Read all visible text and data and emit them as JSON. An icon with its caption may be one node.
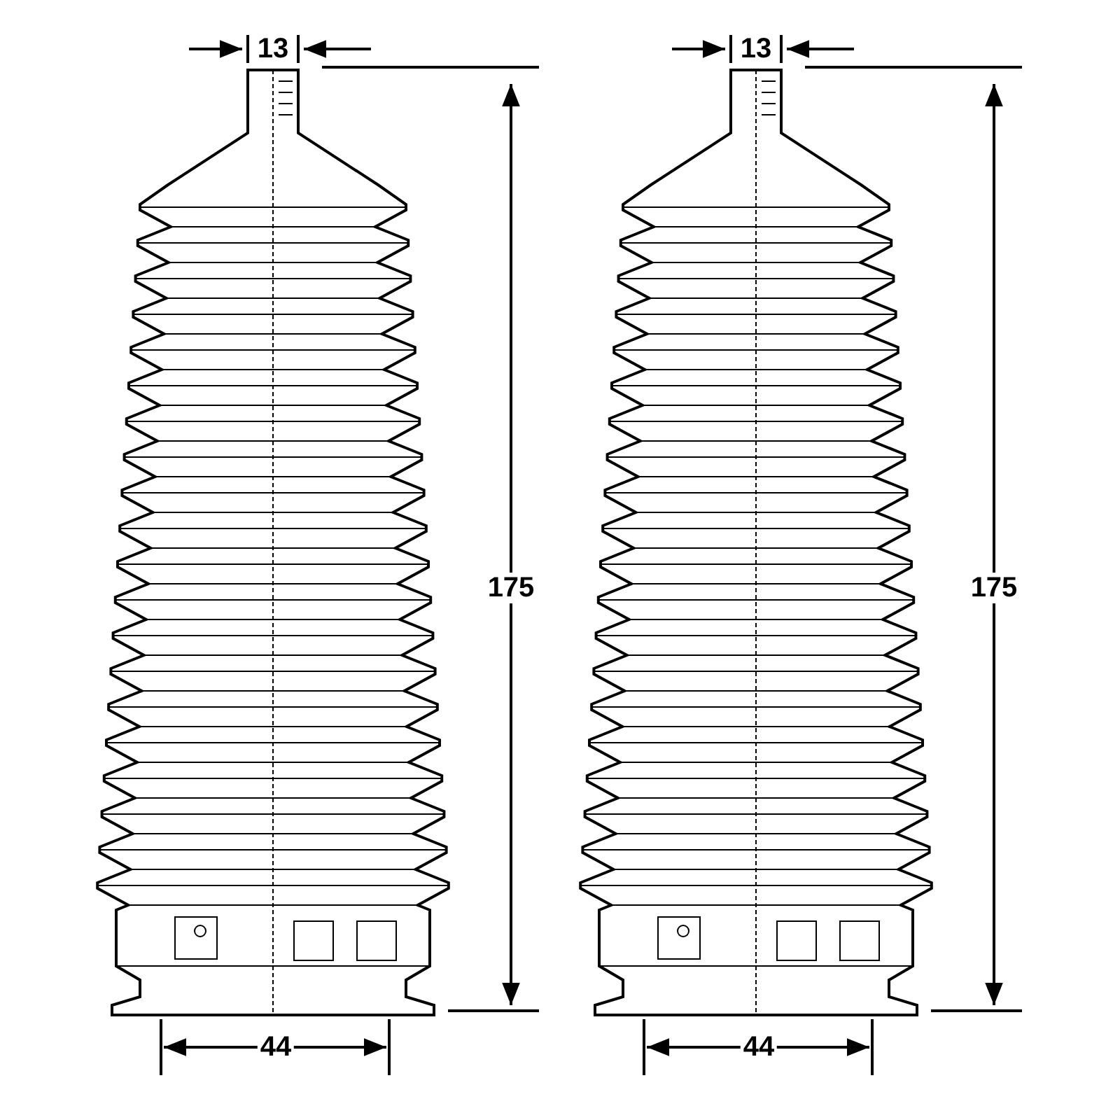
{
  "diagram": {
    "labels": [
      "13",
      "13",
      "175",
      "175",
      "44",
      "44"
    ]
  }
}
